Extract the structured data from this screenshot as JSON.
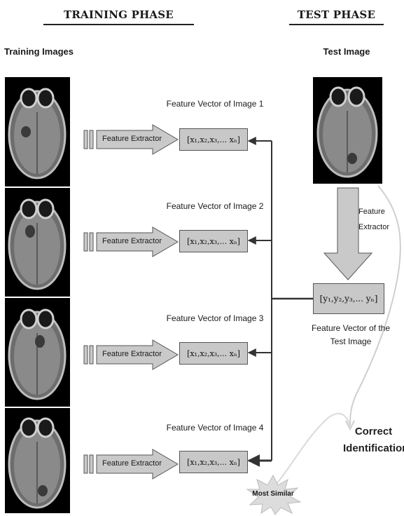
{
  "headers": {
    "training_phase": "TRAINING PHASE",
    "test_phase": "TEST PHASE"
  },
  "training": {
    "images_label": "Training Images",
    "rows": [
      {
        "feature_extractor": "Feature Extractor",
        "vector_title": "Feature Vector of Image 1",
        "vector": "[x₁,x₂,x₃,... xₙ]"
      },
      {
        "feature_extractor": "Feature Extractor",
        "vector_title": "Feature Vector of Image 2",
        "vector": "[x₁,x₂,x₃,... xₙ]"
      },
      {
        "feature_extractor": "Feature Extractor",
        "vector_title": "Feature Vector of Image 3",
        "vector": "[x₁,x₂,x₃,... xₙ]"
      },
      {
        "feature_extractor": "Feature Extractor",
        "vector_title": "Feature Vector of Image 4",
        "vector": "[x₁,x₂,x₃,... xₙ]"
      }
    ]
  },
  "test": {
    "image_label": "Test Image",
    "feature_extractor_line1": "Feature",
    "feature_extractor_line2": "Extractor",
    "vector": "[y₁,y₂,y₃,... yₙ]",
    "vector_title_line1": "Feature Vector of the",
    "vector_title_line2": "Test Image"
  },
  "result": {
    "most_similar": "Most Similar",
    "correct_line1": "Correct",
    "correct_line2": "Identification"
  },
  "colors": {
    "arrow_fill": "#c9c9c9",
    "arrow_stroke": "#555555",
    "vector_box": "#c8c8c8",
    "connector": "#333333",
    "curve": "#cccccc",
    "starburst": "#d8d8d8"
  }
}
